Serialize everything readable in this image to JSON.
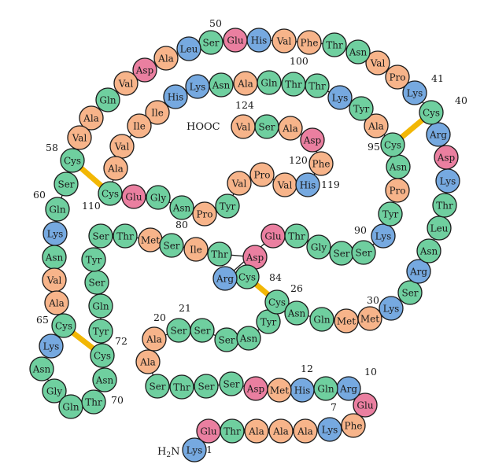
{
  "colors": {
    "green": "#6fcf9f",
    "orange": "#f7b48a",
    "blue": "#76a9e0",
    "pink": "#ea7fa0",
    "bond": "#f2b705"
  },
  "residues": [
    {
      "n": 1,
      "aa": "Lys",
      "c": "blue"
    },
    {
      "n": 2,
      "aa": "Glu",
      "c": "pink"
    },
    {
      "n": 3,
      "aa": "Thr",
      "c": "green"
    },
    {
      "n": 4,
      "aa": "Ala",
      "c": "orange"
    },
    {
      "n": 5,
      "aa": "Ala",
      "c": "orange"
    },
    {
      "n": 6,
      "aa": "Ala",
      "c": "orange"
    },
    {
      "n": 7,
      "aa": "Lys",
      "c": "blue"
    },
    {
      "n": 8,
      "aa": "Phe",
      "c": "orange"
    },
    {
      "n": 9,
      "aa": "Glu",
      "c": "pink"
    },
    {
      "n": 10,
      "aa": "Arg",
      "c": "blue"
    },
    {
      "n": 11,
      "aa": "Gln",
      "c": "green"
    },
    {
      "n": 12,
      "aa": "His",
      "c": "blue"
    },
    {
      "n": 13,
      "aa": "Met",
      "c": "orange"
    },
    {
      "n": 14,
      "aa": "Asp",
      "c": "pink"
    },
    {
      "n": 15,
      "aa": "Ser",
      "c": "green"
    },
    {
      "n": 16,
      "aa": "Ser",
      "c": "green"
    },
    {
      "n": 17,
      "aa": "Thr",
      "c": "green"
    },
    {
      "n": 18,
      "aa": "Ser",
      "c": "green"
    },
    {
      "n": 19,
      "aa": "Ala",
      "c": "orange"
    },
    {
      "n": 20,
      "aa": "Ala",
      "c": "orange"
    },
    {
      "n": 21,
      "aa": "Ser",
      "c": "green"
    },
    {
      "n": 22,
      "aa": "Ser",
      "c": "green"
    },
    {
      "n": 23,
      "aa": "Ser",
      "c": "green"
    },
    {
      "n": 24,
      "aa": "Asn",
      "c": "green"
    },
    {
      "n": 25,
      "aa": "Tyr",
      "c": "green"
    },
    {
      "n": 26,
      "aa": "Cys",
      "c": "green"
    },
    {
      "n": 27,
      "aa": "Asn",
      "c": "green"
    },
    {
      "n": 28,
      "aa": "Gln",
      "c": "green"
    },
    {
      "n": 29,
      "aa": "Met",
      "c": "orange"
    },
    {
      "n": 30,
      "aa": "Met",
      "c": "orange"
    },
    {
      "n": 31,
      "aa": "Lys",
      "c": "blue"
    },
    {
      "n": 32,
      "aa": "Ser",
      "c": "green"
    },
    {
      "n": 33,
      "aa": "Arg",
      "c": "blue"
    },
    {
      "n": 34,
      "aa": "Asn",
      "c": "green"
    },
    {
      "n": 35,
      "aa": "Leu",
      "c": "green"
    },
    {
      "n": 36,
      "aa": "Thr",
      "c": "green"
    },
    {
      "n": 37,
      "aa": "Lys",
      "c": "blue"
    },
    {
      "n": 38,
      "aa": "Asp",
      "c": "pink"
    },
    {
      "n": 39,
      "aa": "Arg",
      "c": "blue"
    },
    {
      "n": 40,
      "aa": "Cys",
      "c": "green"
    },
    {
      "n": 41,
      "aa": "Lys",
      "c": "blue"
    },
    {
      "n": 42,
      "aa": "Pro",
      "c": "orange"
    },
    {
      "n": 43,
      "aa": "Val",
      "c": "orange"
    },
    {
      "n": 44,
      "aa": "Asn",
      "c": "green"
    },
    {
      "n": 45,
      "aa": "Thr",
      "c": "green"
    },
    {
      "n": 46,
      "aa": "Phe",
      "c": "orange"
    },
    {
      "n": 47,
      "aa": "Val",
      "c": "orange"
    },
    {
      "n": 48,
      "aa": "His",
      "c": "blue"
    },
    {
      "n": 49,
      "aa": "Glu",
      "c": "pink"
    },
    {
      "n": 50,
      "aa": "Ser",
      "c": "green"
    },
    {
      "n": 51,
      "aa": "Leu",
      "c": "blue"
    },
    {
      "n": 52,
      "aa": "Ala",
      "c": "orange"
    },
    {
      "n": 53,
      "aa": "Asp",
      "c": "pink"
    },
    {
      "n": 54,
      "aa": "Val",
      "c": "orange"
    },
    {
      "n": 55,
      "aa": "Gln",
      "c": "green"
    },
    {
      "n": 56,
      "aa": "Ala",
      "c": "orange"
    },
    {
      "n": 57,
      "aa": "Val",
      "c": "orange"
    },
    {
      "n": 58,
      "aa": "Cys",
      "c": "green"
    },
    {
      "n": 59,
      "aa": "Ser",
      "c": "green"
    },
    {
      "n": 60,
      "aa": "Gln",
      "c": "green"
    },
    {
      "n": 61,
      "aa": "Lys",
      "c": "blue"
    },
    {
      "n": 62,
      "aa": "Asn",
      "c": "green"
    },
    {
      "n": 63,
      "aa": "Val",
      "c": "orange"
    },
    {
      "n": 64,
      "aa": "Ala",
      "c": "orange"
    },
    {
      "n": 65,
      "aa": "Cys",
      "c": "green"
    },
    {
      "n": 66,
      "aa": "Lys",
      "c": "blue"
    },
    {
      "n": 67,
      "aa": "Asn",
      "c": "green"
    },
    {
      "n": 68,
      "aa": "Gly",
      "c": "green"
    },
    {
      "n": 69,
      "aa": "Gln",
      "c": "green"
    },
    {
      "n": 70,
      "aa": "Thr",
      "c": "green"
    },
    {
      "n": 71,
      "aa": "Asn",
      "c": "green"
    },
    {
      "n": 72,
      "aa": "Cys",
      "c": "green"
    },
    {
      "n": 73,
      "aa": "Tyr",
      "c": "green"
    },
    {
      "n": 74,
      "aa": "Gln",
      "c": "green"
    },
    {
      "n": 75,
      "aa": "Ser",
      "c": "green"
    },
    {
      "n": 76,
      "aa": "Tyr",
      "c": "green"
    },
    {
      "n": 77,
      "aa": "Ser",
      "c": "green"
    },
    {
      "n": 78,
      "aa": "Thr",
      "c": "green"
    },
    {
      "n": 79,
      "aa": "Met",
      "c": "orange"
    },
    {
      "n": 80,
      "aa": "Ser",
      "c": "green"
    },
    {
      "n": 81,
      "aa": "Ile",
      "c": "orange"
    },
    {
      "n": 82,
      "aa": "Thr",
      "c": "green"
    },
    {
      "n": 83,
      "aa": "Asp",
      "c": "pink"
    },
    {
      "n": 84,
      "aa": "Cys",
      "c": "green"
    },
    {
      "n": 85,
      "aa": "Arg",
      "c": "blue"
    },
    {
      "n": 86,
      "aa": "Glu",
      "c": "pink"
    },
    {
      "n": 87,
      "aa": "Thr",
      "c": "green"
    },
    {
      "n": 88,
      "aa": "Gly",
      "c": "green"
    },
    {
      "n": 89,
      "aa": "Ser",
      "c": "green"
    },
    {
      "n": 90,
      "aa": "Ser",
      "c": "green"
    },
    {
      "n": 91,
      "aa": "Lys",
      "c": "blue"
    },
    {
      "n": 92,
      "aa": "Tyr",
      "c": "green"
    },
    {
      "n": 93,
      "aa": "Pro",
      "c": "orange"
    },
    {
      "n": 94,
      "aa": "Asn",
      "c": "green"
    },
    {
      "n": 95,
      "aa": "Cys",
      "c": "green"
    },
    {
      "n": 96,
      "aa": "Ala",
      "c": "orange"
    },
    {
      "n": 97,
      "aa": "Tyr",
      "c": "green"
    },
    {
      "n": 98,
      "aa": "Lys",
      "c": "blue"
    },
    {
      "n": 99,
      "aa": "Thr",
      "c": "green"
    },
    {
      "n": 100,
      "aa": "Thr",
      "c": "green"
    },
    {
      "n": 101,
      "aa": "Gln",
      "c": "green"
    },
    {
      "n": 102,
      "aa": "Ala",
      "c": "orange"
    },
    {
      "n": 103,
      "aa": "Asn",
      "c": "green"
    },
    {
      "n": 104,
      "aa": "Lys",
      "c": "blue"
    },
    {
      "n": 105,
      "aa": "His",
      "c": "blue"
    },
    {
      "n": 106,
      "aa": "Ile",
      "c": "orange"
    },
    {
      "n": 107,
      "aa": "Ile",
      "c": "orange"
    },
    {
      "n": 108,
      "aa": "Val",
      "c": "orange"
    },
    {
      "n": 109,
      "aa": "Ala",
      "c": "orange"
    },
    {
      "n": 110,
      "aa": "Cys",
      "c": "green"
    },
    {
      "n": 111,
      "aa": "Glu",
      "c": "pink"
    },
    {
      "n": 112,
      "aa": "Gly",
      "c": "green"
    },
    {
      "n": 113,
      "aa": "Asn",
      "c": "green"
    },
    {
      "n": 114,
      "aa": "Pro",
      "c": "orange"
    },
    {
      "n": 115,
      "aa": "Tyr",
      "c": "green"
    },
    {
      "n": 116,
      "aa": "Val",
      "c": "orange"
    },
    {
      "n": 117,
      "aa": "Pro",
      "c": "orange"
    },
    {
      "n": 118,
      "aa": "Val",
      "c": "orange"
    },
    {
      "n": 119,
      "aa": "His",
      "c": "blue"
    },
    {
      "n": 120,
      "aa": "Phe",
      "c": "orange"
    },
    {
      "n": 121,
      "aa": "Asp",
      "c": "pink"
    },
    {
      "n": 122,
      "aa": "Ala",
      "c": "orange"
    },
    {
      "n": 123,
      "aa": "Ser",
      "c": "green"
    },
    {
      "n": 124,
      "aa": "Val",
      "c": "orange"
    }
  ],
  "disulfide_bonds": [
    [
      26,
      84
    ],
    [
      40,
      95
    ],
    [
      58,
      110
    ],
    [
      65,
      72
    ]
  ],
  "number_labels": [
    "1",
    "7",
    "10",
    "12",
    "20",
    "21",
    "26",
    "30",
    "40",
    "41",
    "50",
    "58",
    "60",
    "65",
    "70",
    "72",
    "80",
    "84",
    "90",
    "95",
    "100",
    "110",
    "119",
    "120",
    "124"
  ],
  "n_terminus": {
    "prefix": "H",
    "sub": "2",
    "suffix": "N"
  },
  "c_terminus": "HOOC"
}
